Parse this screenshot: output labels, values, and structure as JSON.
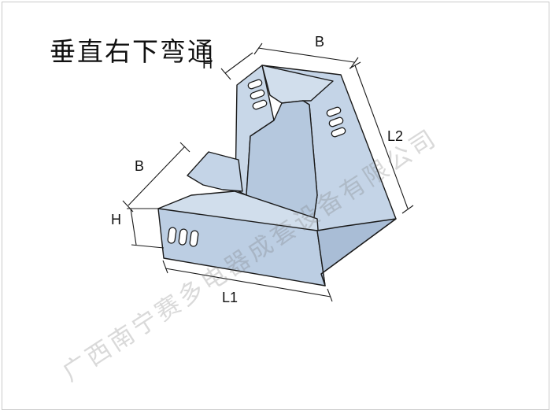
{
  "title": "垂直右下弯通",
  "labels": {
    "b_top": "B",
    "h_top": "H",
    "l2": "L2",
    "b_left": "B",
    "h_left": "H",
    "l1": "L1"
  },
  "watermark": "广西南宁赛多电器成套设备有限公司",
  "colors": {
    "fill": "#bccee3",
    "fill_dark": "#a9bdd6",
    "stroke": "#1a1a1a",
    "slot_fill": "#ffffff"
  }
}
